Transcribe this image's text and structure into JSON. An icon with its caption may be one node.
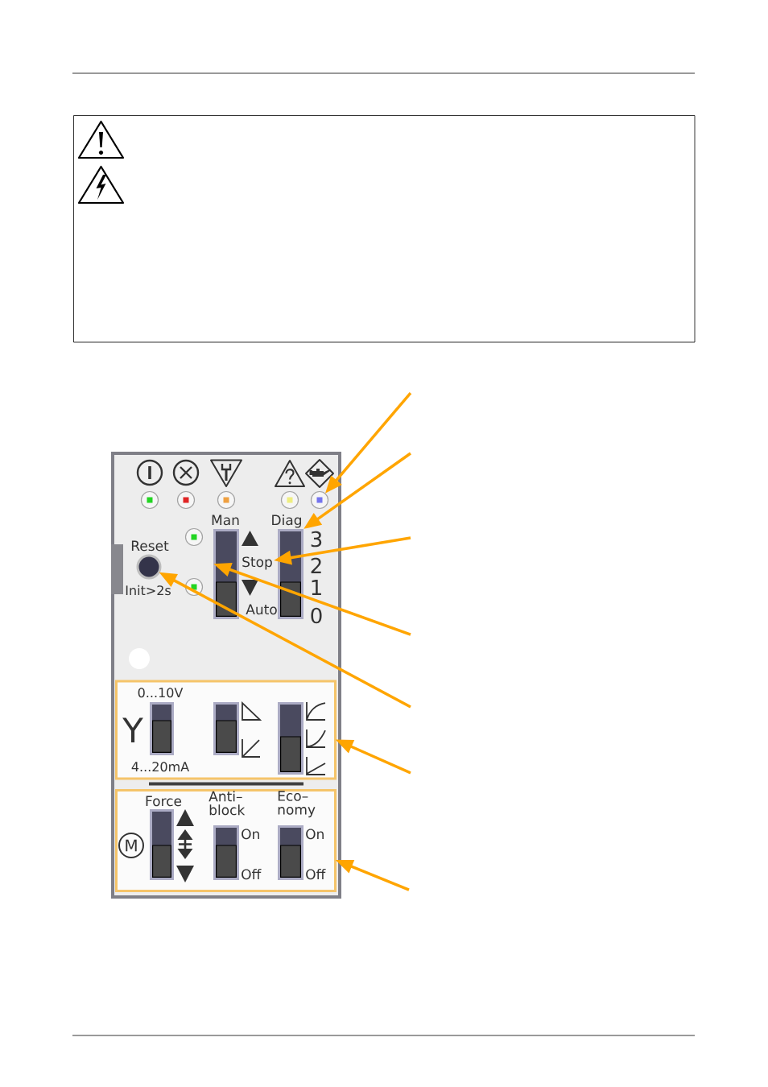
{
  "diagram": {
    "nodes": [
      {
        "text": [
          "Man",
          "Diag",
          "Reset",
          "Init>2s",
          "Auto",
          "3",
          "2",
          "1",
          "0"
        ]
      },
      {
        "text": [],
        "shape": "circle",
        "in": 0
      },
      {
        "text": [],
        "shape": "circle",
        "in": 0
      },
      {
        "text": [],
        "shape": "circle",
        "in": 0
      },
      {
        "text": [],
        "shape": "circle",
        "in": 0
      },
      {
        "text": [],
        "shape": "circle",
        "in": 0
      },
      {
        "text": [],
        "shape": "bar",
        "in": 0
      },
      {
        "text": [],
        "shape": "bar",
        "in": 0
      },
      {
        "text": [],
        "shape": "circle",
        "in": 0
      },
      {
        "text": [],
        "shape": "circle",
        "in": 0
      },
      {
        "text": [
          "Stop"
        ],
        "in": 0
      },
      {
        "text": [],
        "shape": "circle",
        "in": 0
      },
      {
        "text": [
          "0...10V",
          "Y",
          "4...20mA"
        ],
        "in": 0
      },
      {
        "text": [
          "Force",
          "Anti– block",
          "Eco– nomy",
          "M",
          "On",
          "Off",
          "On",
          "Off"
        ],
        "in": 0
      }
    ],
    "edges": [
      {
        "from": null,
        "to": 5,
        "arrow": "to"
      },
      {
        "from": null,
        "to": 7,
        "arrow": "to"
      },
      {
        "from": null,
        "to": 10,
        "arrow": "to"
      },
      {
        "from": null,
        "to": 6,
        "arrow": "to"
      },
      {
        "from": null,
        "to": 9,
        "arrow": "to"
      },
      {
        "from": null,
        "to": 12,
        "arrow": "to"
      },
      {
        "from": null,
        "to": 13,
        "arrow": "to"
      }
    ]
  }
}
